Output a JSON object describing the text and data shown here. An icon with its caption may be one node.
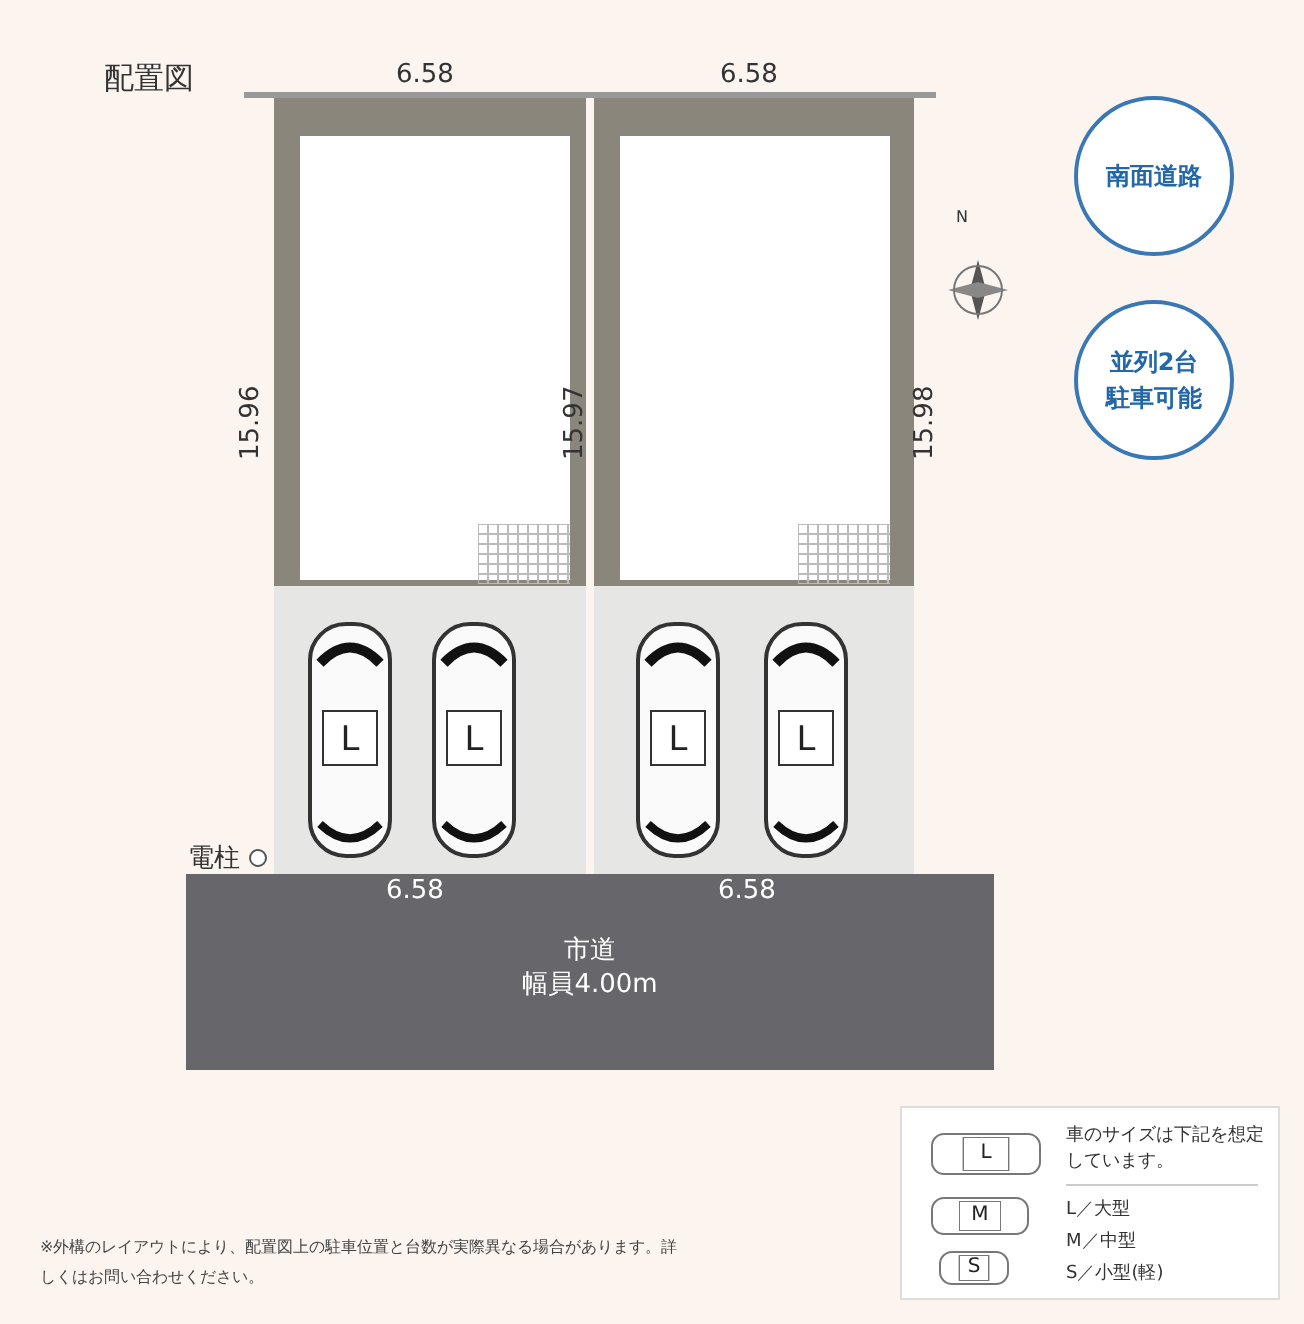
{
  "diagram": {
    "title": "配置図",
    "nodes": [
      {
        "text": [],
        "shape": "box"
      },
      {
        "text": [],
        "shape": "box",
        "in": 0
      },
      {
        "text": [
          "L"
        ],
        "in": 0
      },
      {
        "text": [
          "L"
        ],
        "in": 0
      },
      {
        "text": [],
        "shape": "box"
      },
      {
        "text": [],
        "shape": "box",
        "in": 4
      },
      {
        "text": [
          "L"
        ],
        "in": 4
      },
      {
        "text": [
          "L"
        ],
        "in": 4
      },
      {
        "text": [
          "市道",
          "幅員4.00m"
        ]
      },
      {
        "text": [
          "南面道路"
        ]
      },
      {
        "text": [
          "並列2台駐車可能"
        ]
      },
      {
        "text": [
          "車のサイズは下記を想定しています。",
          "L／大型",
          "M／中型",
          "S／小型(軽)"
        ]
      },
      {
        "text": [
          "L"
        ],
        "in": 11
      },
      {
        "text": [
          "M"
        ],
        "in": 11
      },
      {
        "text": [
          "S"
        ],
        "in": 11
      }
    ],
    "labels": [
      "6.58",
      "6.58",
      "N",
      "15.96",
      "15.97",
      "15.98",
      "電柱",
      "6.58",
      "6.58",
      "※外構のレイアウトにより、配置図上の駐車位置と台数が実際異なる場合があります。詳しくはお問い合わせください。"
    ]
  }
}
